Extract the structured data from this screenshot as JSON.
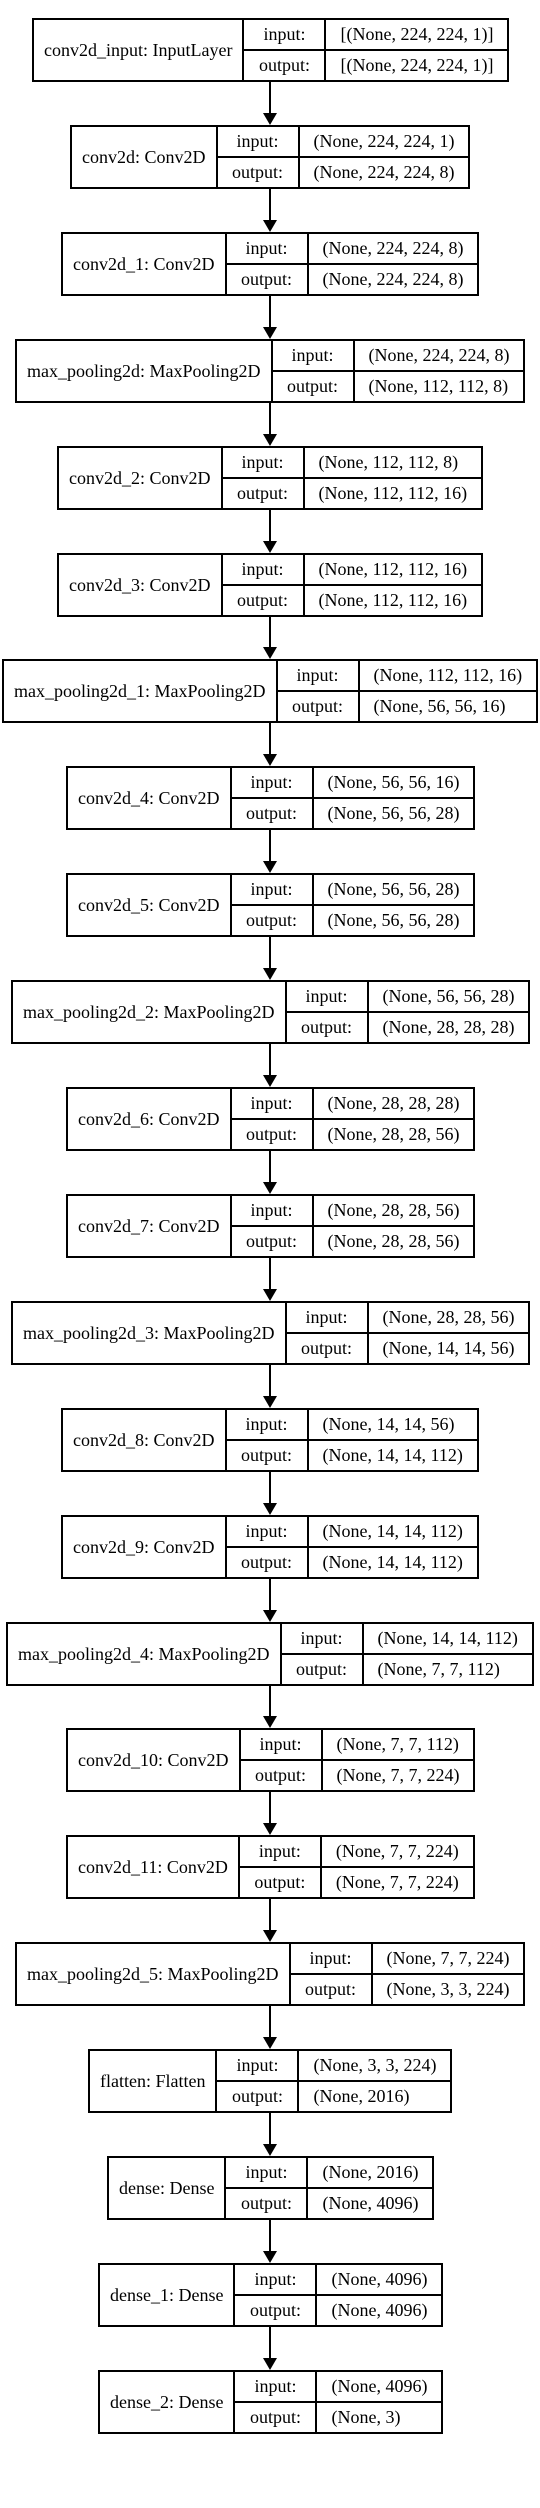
{
  "io_labels": {
    "input": "input:",
    "output": "output:"
  },
  "layers": [
    {
      "name": "conv2d_input: InputLayer",
      "input": "[(None, 224, 224, 1)]",
      "output": "[(None, 224, 224, 1)]"
    },
    {
      "name": "conv2d: Conv2D",
      "input": "(None, 224, 224, 1)",
      "output": "(None, 224, 224, 8)"
    },
    {
      "name": "conv2d_1: Conv2D",
      "input": "(None, 224, 224, 8)",
      "output": "(None, 224, 224, 8)"
    },
    {
      "name": "max_pooling2d: MaxPooling2D",
      "input": "(None, 224, 224, 8)",
      "output": "(None, 112, 112, 8)"
    },
    {
      "name": "conv2d_2: Conv2D",
      "input": "(None, 112, 112, 8)",
      "output": "(None, 112, 112, 16)"
    },
    {
      "name": "conv2d_3: Conv2D",
      "input": "(None, 112, 112, 16)",
      "output": "(None, 112, 112, 16)"
    },
    {
      "name": "max_pooling2d_1: MaxPooling2D",
      "input": "(None, 112, 112, 16)",
      "output": "(None, 56, 56, 16)"
    },
    {
      "name": "conv2d_4: Conv2D",
      "input": "(None, 56, 56, 16)",
      "output": "(None, 56, 56, 28)"
    },
    {
      "name": "conv2d_5: Conv2D",
      "input": "(None, 56, 56, 28)",
      "output": "(None, 56, 56, 28)"
    },
    {
      "name": "max_pooling2d_2: MaxPooling2D",
      "input": "(None, 56, 56, 28)",
      "output": "(None, 28, 28, 28)"
    },
    {
      "name": "conv2d_6: Conv2D",
      "input": "(None, 28, 28, 28)",
      "output": "(None, 28, 28, 56)"
    },
    {
      "name": "conv2d_7: Conv2D",
      "input": "(None, 28, 28, 56)",
      "output": "(None, 28, 28, 56)"
    },
    {
      "name": "max_pooling2d_3: MaxPooling2D",
      "input": "(None, 28, 28, 56)",
      "output": "(None, 14, 14, 56)"
    },
    {
      "name": "conv2d_8: Conv2D",
      "input": "(None, 14, 14, 56)",
      "output": "(None, 14, 14, 112)"
    },
    {
      "name": "conv2d_9: Conv2D",
      "input": "(None, 14, 14, 112)",
      "output": "(None, 14, 14, 112)"
    },
    {
      "name": "max_pooling2d_4: MaxPooling2D",
      "input": "(None, 14, 14, 112)",
      "output": "(None, 7, 7, 112)"
    },
    {
      "name": "conv2d_10: Conv2D",
      "input": "(None, 7, 7, 112)",
      "output": "(None, 7, 7, 224)"
    },
    {
      "name": "conv2d_11: Conv2D",
      "input": "(None, 7, 7, 224)",
      "output": "(None, 7, 7, 224)"
    },
    {
      "name": "max_pooling2d_5: MaxPooling2D",
      "input": "(None, 7, 7, 224)",
      "output": "(None, 3, 3, 224)"
    },
    {
      "name": "flatten: Flatten",
      "input": "(None, 3, 3, 224)",
      "output": "(None, 2016)"
    },
    {
      "name": "dense: Dense",
      "input": "(None, 2016)",
      "output": "(None, 4096)"
    },
    {
      "name": "dense_1: Dense",
      "input": "(None, 4096)",
      "output": "(None, 4096)"
    },
    {
      "name": "dense_2: Dense",
      "input": "(None, 4096)",
      "output": "(None, 3)"
    }
  ]
}
